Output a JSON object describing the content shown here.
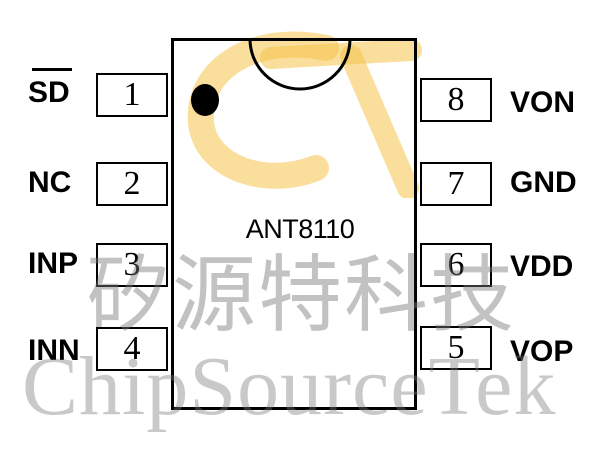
{
  "diagram": {
    "part_number": "ANT8110",
    "pins_left": [
      {
        "num": "1",
        "label": "SD",
        "overbar": true
      },
      {
        "num": "2",
        "label": "NC"
      },
      {
        "num": "3",
        "label": "INP"
      },
      {
        "num": "4",
        "label": "INN"
      }
    ],
    "pins_right": [
      {
        "num": "8",
        "label": "VON"
      },
      {
        "num": "7",
        "label": "GND"
      },
      {
        "num": "6",
        "label": "VDD"
      },
      {
        "num": "5",
        "label": "VOP"
      }
    ],
    "watermark_cn": "矽源特科技",
    "watermark_en": "ChipSourceTek",
    "colors": {
      "logo": "#f6c24a",
      "line": "#000000",
      "watermark": "#8a8a8a"
    }
  }
}
